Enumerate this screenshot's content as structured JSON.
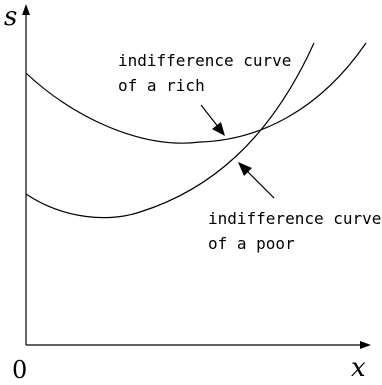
{
  "axes": {
    "y_label": "s",
    "x_label": "x",
    "origin_label": "0"
  },
  "curves": {
    "rich": {
      "line1": "indifference curve",
      "line2": "of a rich"
    },
    "poor": {
      "line1": "indifference curve",
      "line2": "of a poor"
    }
  },
  "colors": {
    "ink": "#000000",
    "background": "#ffffff"
  }
}
